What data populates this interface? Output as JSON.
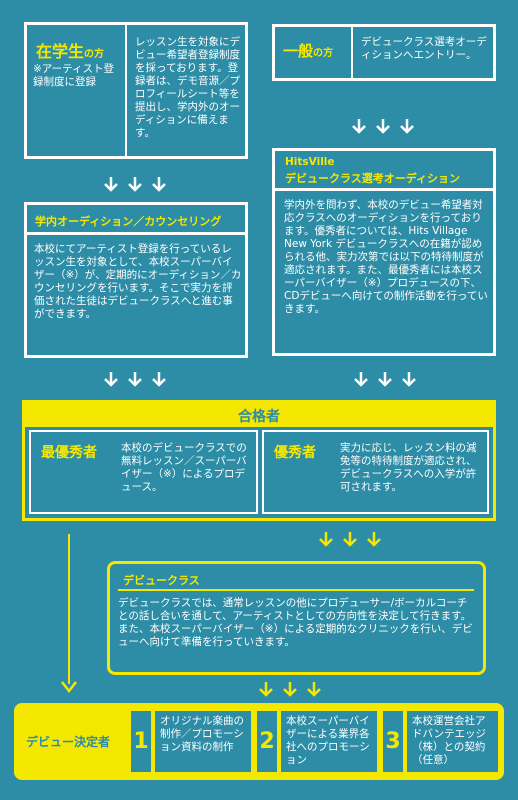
{
  "student": {
    "title": "在学生",
    "suffix": "の方",
    "note": "※アーティスト登録制度に登録",
    "desc": "レッスン生を対象にデビュー希望者登録制度を採っております。登録者は、デモ音源／プロフィールシート等を提出し、学内外のオーディションに備えます。"
  },
  "general": {
    "title": "一般",
    "suffix": "の方",
    "desc": "デビュークラス選考オーディションへエントリー。"
  },
  "internal": {
    "title": "学内オーディション／カウンセリング",
    "desc": "本校にてアーティスト登録を行っているレッスン生を対象として、本校スーパーバイザー（※）が、定期的にオーディション／カウンセリングを行います。そこで実力を評価された生徒はデビュークラスへと進む事ができます。"
  },
  "hitsville": {
    "title1": "HitsVille",
    "title2": "デビュークラス選考オーディション",
    "desc": "学内外を問わず、本校のデビュー希望者対応クラスへのオーディションを行っております。優秀者については、Hits Village New York デビュークラスへの在籍が認められる他、実力次第では以下の特待制度が適応されます。また、最優秀者には本校スーパーバイザー（※）プロデュースの下、CDデビューへ向けての制作活動を行っていきます。"
  },
  "passed": {
    "title": "合格者",
    "best_label": "最優秀者",
    "best_desc": "本校のデビュークラスでの無料レッスン／スーパーバイザー（※）によるプロデュース。",
    "excellent_label": "優秀者",
    "excellent_desc": "実力に応じ、レッスン料の減免等の特待制度が適応され、デビュークラスへの入学が許可されます。"
  },
  "debut_class": {
    "title": "デビュークラス",
    "desc": "デビュークラスでは、通常レッスンの他にプロデューサー/ボーカルコーチとの話し合いを通して、アーティストとしての方向性を決定して行きます。また、本校スーパーバイザー（※）による定期的なクリニックを行い、デビューへ向けて準備を行っていきます。"
  },
  "decided": {
    "label": "デビュー決定者",
    "steps": [
      {
        "num": "1",
        "text": "オリジナル楽曲の制作／プロモーション資料の制作"
      },
      {
        "num": "2",
        "text": "本校スーパーバイザーによる業界各社へのプロモーション"
      },
      {
        "num": "3",
        "text": "本校運営会社アドバンテエッジ（株）との契約（任意）"
      }
    ]
  },
  "colors": {
    "background": "#2d8ca6",
    "accent": "#f4e800",
    "border": "#ffffff"
  },
  "icons": {
    "arrow": "chevron-down-icon"
  }
}
